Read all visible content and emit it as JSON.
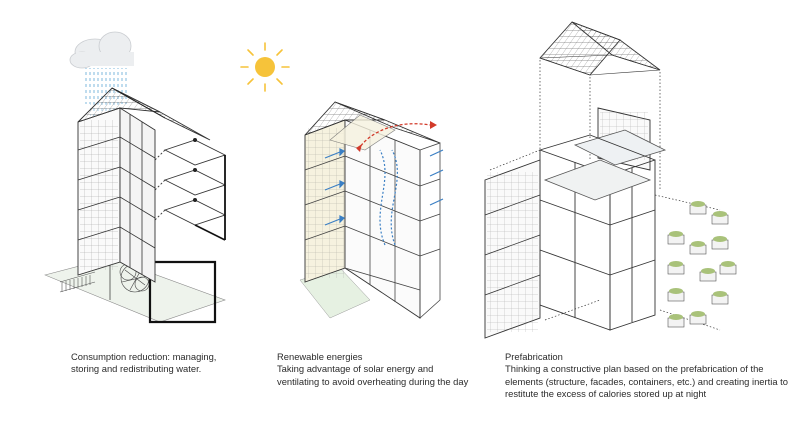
{
  "panels": [
    {
      "id": "consumption",
      "title": "Consumption reduction: managing,",
      "body": "storing and redistributing water."
    },
    {
      "id": "renewable",
      "title": "Renewable energies",
      "body": "Taking advantage of solar energy and ventilating to avoid overheating during the day"
    },
    {
      "id": "prefab",
      "title": "Prefabrication",
      "body": "Thinking a constructive plan based on the prefabrication of the elements (structure, facades, containers, etc.) and creating inertia to restitute the excess of calories stored up at night"
    }
  ],
  "colors": {
    "line": "#555555",
    "line_dark": "#222222",
    "glass_fill": "#f4f1e2",
    "sun": "#f6c33a",
    "cloud": "#e6e8ea",
    "rain": "#7fb8dc",
    "air_arrow": "#3a7fc4",
    "hot_arrow": "#d23a2a",
    "greenery": "#a9c27a",
    "ground": "#e8f0e4"
  },
  "icons": [
    "cloud-icon",
    "rain-icon",
    "sun-icon",
    "airflow-arrows",
    "heat-arrow",
    "plant-modules"
  ]
}
